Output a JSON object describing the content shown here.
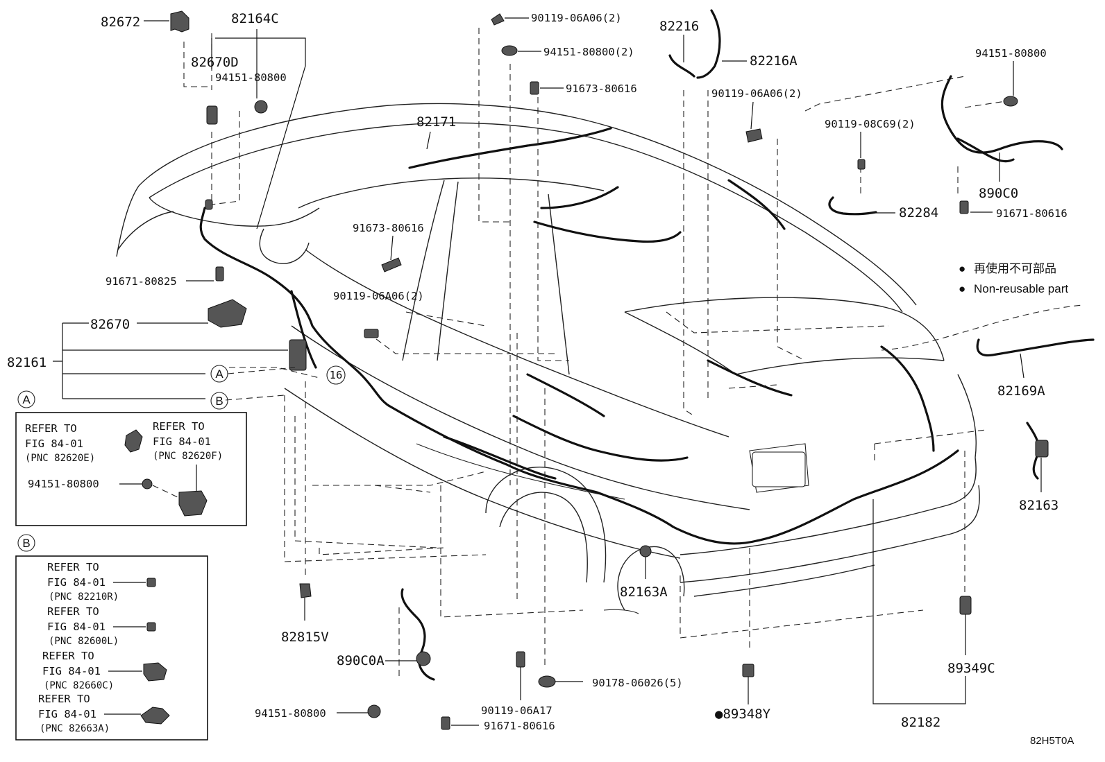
{
  "diagram_id": "82H5T0A",
  "legend": {
    "dot_symbol": "●",
    "line1": "再使用不可部品",
    "line2": "Non-reusable part"
  },
  "inset_markers": {
    "a": "A",
    "b": "B"
  },
  "circle_ref": "16",
  "callouts": {
    "c82672": "82672",
    "c82164C": "82164C",
    "c82670D": "82670D",
    "c94151_80800_top": "94151-80800",
    "c91671_80825": "91671-80825",
    "c82670": "82670",
    "c82161": "82161",
    "c90119_06A06_top": "90119-06A06(2)",
    "c94151_80800_2": "94151-80800(2)",
    "c91673_80616_top": "91673-80616",
    "c82171": "82171",
    "c91673_80616_mid": "91673-80616",
    "c90119_06A06_mid": "90119-06A06(2)",
    "c82216": "82216",
    "c82216A": "82216A",
    "c90119_06A06_right": "90119-06A06(2)",
    "c90119_08C69": "90119-08C69(2)",
    "c82284": "82284",
    "c94151_80800_right": "94151-80800",
    "c890C0": "890C0",
    "c91671_80616_right": "91671-80616",
    "c82169A": "82169A",
    "c82163": "82163",
    "c82163A": "82163A",
    "c82815V": "82815V",
    "c890C0A": "890C0A",
    "c94151_80800_bottom": "94151-80800",
    "c91671_80616_bottom": "91671-80616",
    "c90119_06A17": "90119-06A17",
    "c90178_06026": "90178-06026(5)",
    "c89348Y": "●89348Y",
    "c89349C": "89349C",
    "c82182": "82182"
  },
  "inset_a": {
    "ref1_line1": "REFER TO",
    "ref1_line2": "FIG 84-01",
    "ref1_pnc": "(PNC 82620E)",
    "ref2_line1": "REFER TO",
    "ref2_line2": "FIG 84-01",
    "ref2_pnc": "(PNC 82620F)",
    "part": "94151-80800"
  },
  "inset_b": {
    "items": [
      {
        "line1": "REFER TO",
        "line2": "FIG 84-01",
        "pnc": "(PNC 82210R)"
      },
      {
        "line1": "REFER TO",
        "line2": "FIG 84-01",
        "pnc": "(PNC 82600L)"
      },
      {
        "line1": "REFER TO",
        "line2": "FIG 84-01",
        "pnc": "(PNC 82660C)"
      },
      {
        "line1": "REFER TO",
        "line2": "FIG 84-01",
        "pnc": "(PNC 82663A)"
      }
    ]
  }
}
